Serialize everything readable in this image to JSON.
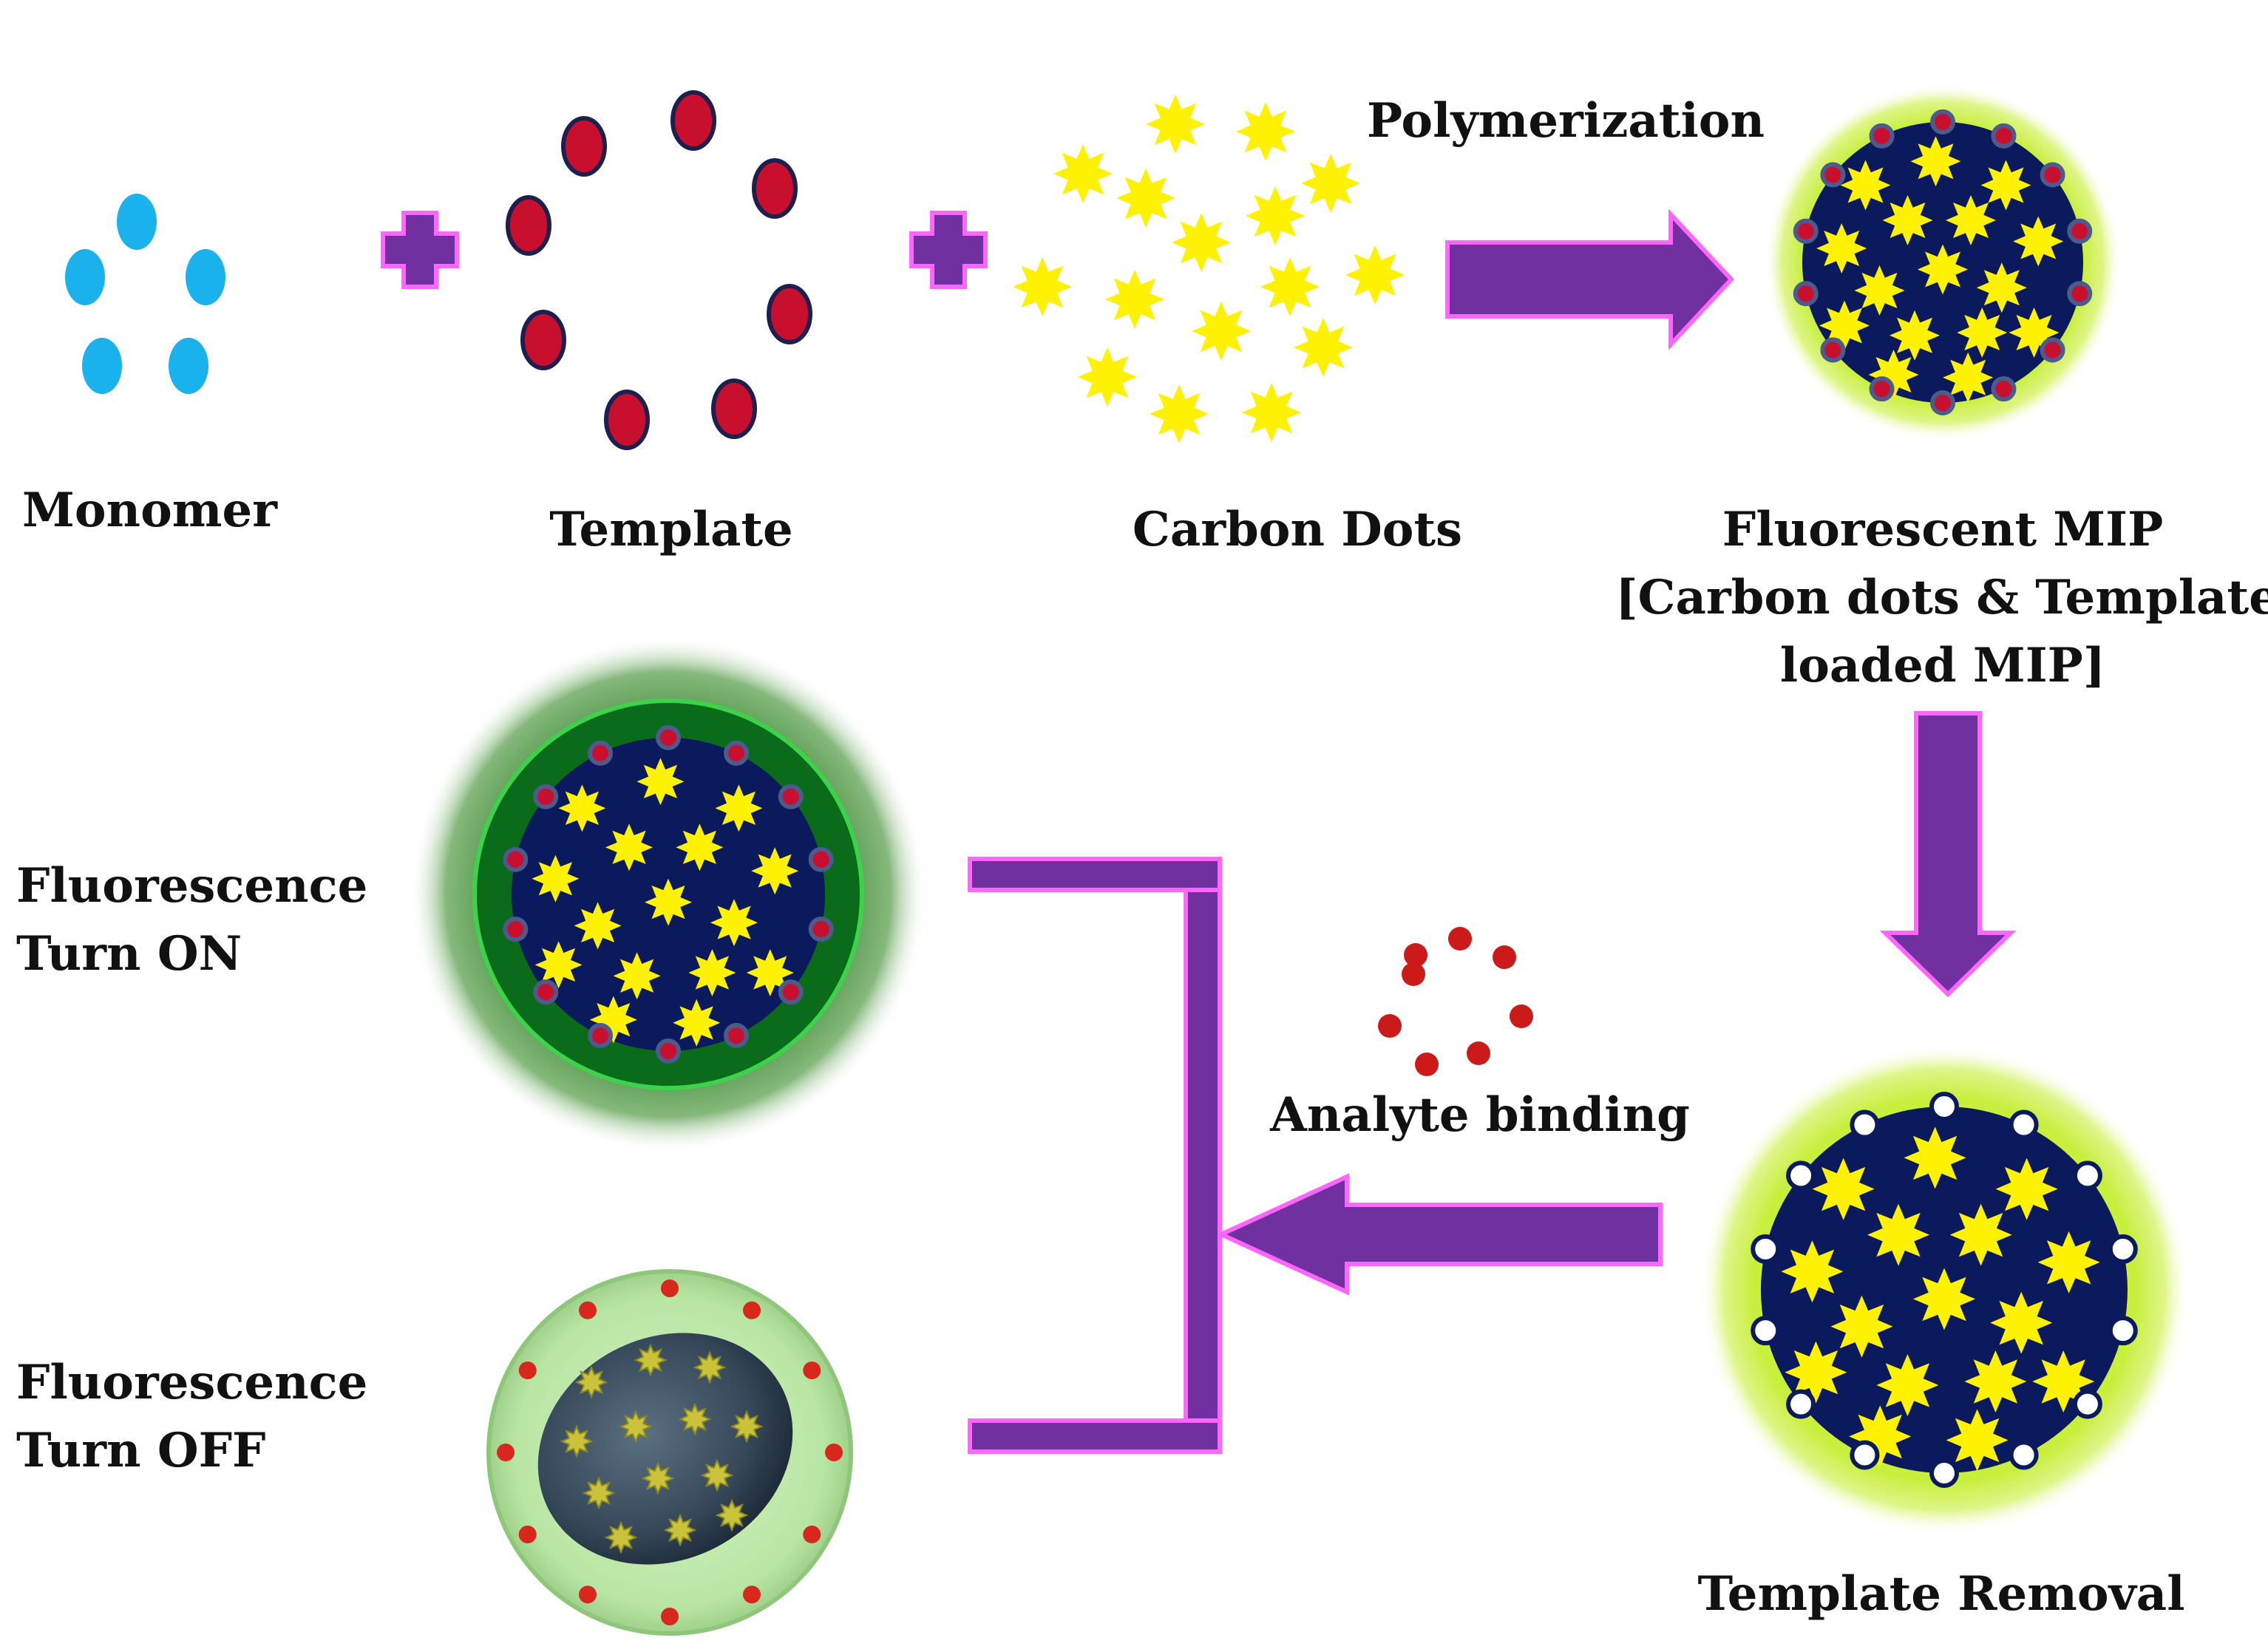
{
  "labels": {
    "monomer": "Monomer",
    "template": "Template",
    "carbon_dots": "Carbon Dots",
    "polymerization": "Polymerization",
    "fluorescent_mip": "Fluorescent MIP",
    "fluorescent_mip_detail_1": "[Carbon dots & Template",
    "fluorescent_mip_detail_2": "loaded MIP]",
    "template_removal": "Template Removal",
    "analyte_binding": "Analyte binding",
    "turn_on_1": "Fluorescence",
    "turn_on_2": "Turn ON",
    "turn_off_1": "Fluorescence",
    "turn_off_2": "Turn OFF"
  },
  "colors": {
    "monomer": "#1ab2ec",
    "template": "#c8102e",
    "template_outline": "#1d1f4e",
    "carbon_dot": "#fff200",
    "mip_core": "#0a1a5c",
    "halo_light": "#c7ef3c",
    "halo_dark_green": "#2f7a2b",
    "arrow": "#7030a0",
    "arrow_outline": "#ff66ff",
    "turn_off_glow": "#b8e6a3"
  },
  "icons": {
    "plus": "plus-icon",
    "arrow": "arrow-icon",
    "star": "star-icon"
  }
}
